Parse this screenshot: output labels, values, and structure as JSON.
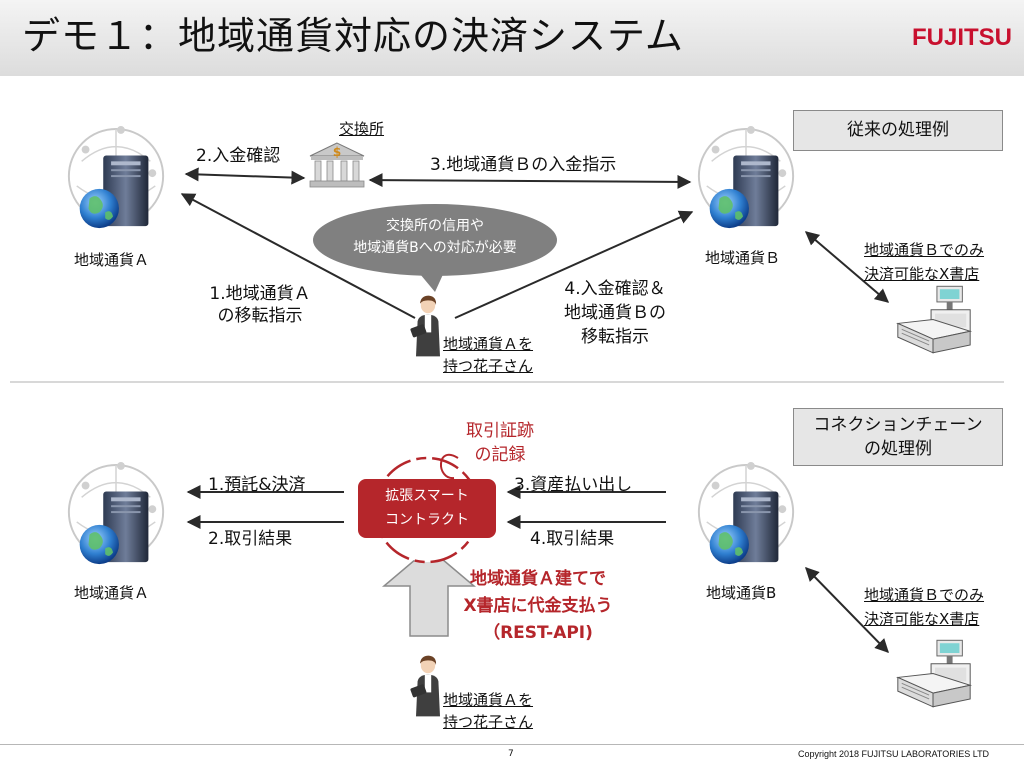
{
  "title": "デモ１：地域通貨対応の決済システム",
  "logo_text": "FUJITSU",
  "colors": {
    "brand_red": "#c8102e",
    "contract_red": "#b5262b",
    "bubble_gray": "#7f7f7f",
    "box_gray": "#e6e6e6"
  },
  "top": {
    "node_a_label": "地域通貨Ａ",
    "node_b_label": "地域通貨Ｂ",
    "exchange_label": "交換所",
    "step2": "2.入金確認",
    "step3": "3.地域通貨Ｂの入金指示",
    "bubble": [
      "交換所の信用や",
      "地域通貨Bへの対応が必要"
    ],
    "step1": [
      "1.地域通貨Ａ",
      "の移転指示"
    ],
    "step4": [
      "4.入金確認＆",
      "地域通貨Ｂの",
      "移転指示"
    ],
    "person_label": [
      "地域通貨Ａを",
      "持つ花子さん"
    ],
    "store_label": [
      "地域通貨Ｂでのみ",
      "決済可能なX書店"
    ],
    "box_label": "従来の処理例"
  },
  "bottom": {
    "box_label": [
      "コネクションチェーン",
      "の処理例"
    ],
    "trace_label": [
      "取引証跡",
      "の記録"
    ],
    "step1": "1.預託&決済",
    "step2": "2.取引結果",
    "step3": "3.資産払い出し",
    "step4": "4.取引結果",
    "contract": [
      "拡張スマート",
      "コントラクト"
    ],
    "node_a_label": "地域通貨Ａ",
    "node_b_label": "地域通貨B",
    "highlight": [
      "地域通貨Ａ建てで",
      "X書店に代金支払う",
      "（REST-API)"
    ],
    "person_label": [
      "地域通貨Ａを",
      "持つ花子さん"
    ],
    "store_label": [
      "地域通貨Ｂでのみ",
      "決済可能なX書店"
    ]
  },
  "footer": {
    "page": "7",
    "copyright": "Copyright 2018 FUJITSU LABORATORIES LTD"
  }
}
